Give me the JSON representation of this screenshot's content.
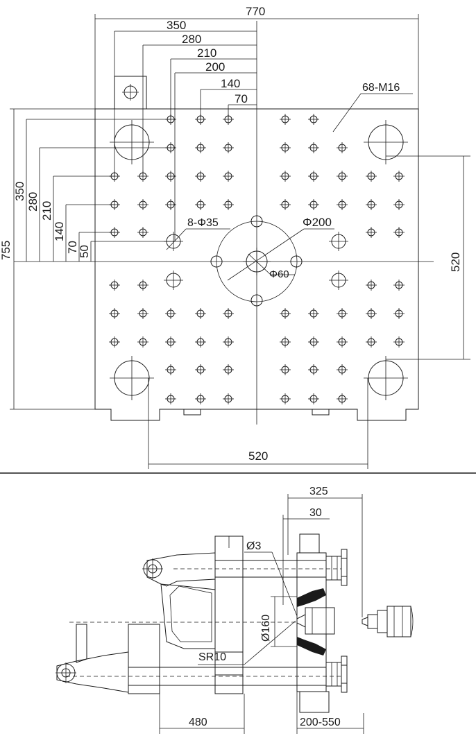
{
  "top_view": {
    "width_label": "770",
    "height_label": "755",
    "horizontal_dims": [
      "350",
      "280",
      "210",
      "200",
      "140",
      "70"
    ],
    "vertical_dims": [
      "350",
      "280",
      "210",
      "140",
      "70",
      "50"
    ],
    "tie_bar_spacing_h": "520",
    "tie_bar_spacing_v": "520",
    "threaded_holes": "68-M16",
    "holes_35": "8-Φ35",
    "locating_ring": "Φ200",
    "center_hole": "Φ60"
  },
  "side_view": {
    "overall": "325",
    "nozzle_offset": "30",
    "orifice": "Ø3",
    "nozzle_dia": "Ø160",
    "sphere_radius": "SR10",
    "stroke": "480",
    "mold_thickness": "200-550"
  }
}
